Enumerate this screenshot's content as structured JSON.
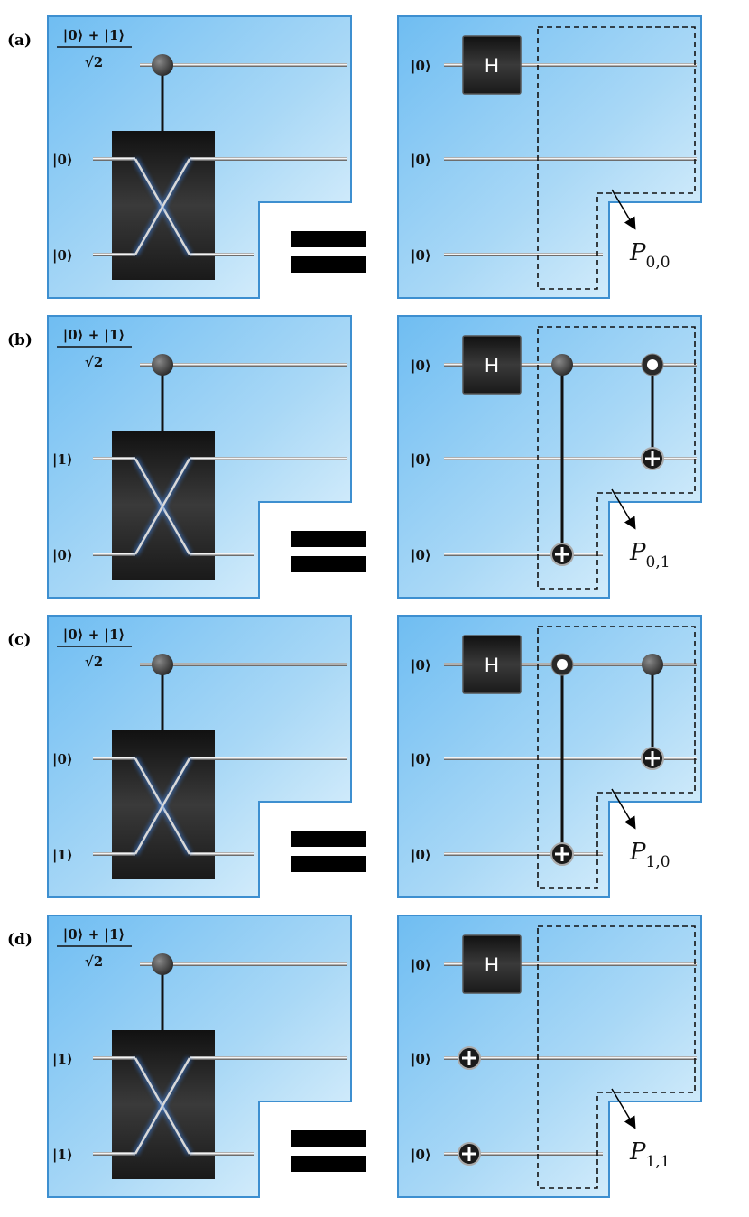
{
  "panels": [
    {
      "label": "(a)",
      "input_state": {
        "numerator": "|0⟩ + |1⟩",
        "denominator": "√2"
      },
      "lhs_kets": [
        "|0⟩",
        "|0⟩"
      ],
      "rhs_kets": [
        "|0⟩",
        "|0⟩",
        "|0⟩"
      ],
      "gate": "H",
      "projector": {
        "symbol": "P",
        "subscript": "0,0"
      },
      "cnots": [],
      "x_gates": []
    },
    {
      "label": "(b)",
      "input_state": {
        "numerator": "|0⟩ + |1⟩",
        "denominator": "√2"
      },
      "lhs_kets": [
        "|1⟩",
        "|0⟩"
      ],
      "rhs_kets": [
        "|0⟩",
        "|0⟩",
        "|0⟩"
      ],
      "gate": "H",
      "projector": {
        "symbol": "P",
        "subscript": "0,1"
      },
      "cnots": [
        {
          "control": "filled",
          "target_wire": 3
        },
        {
          "control": "open",
          "target_wire": 2
        }
      ],
      "x_gates": []
    },
    {
      "label": "(c)",
      "input_state": {
        "numerator": "|0⟩ + |1⟩",
        "denominator": "√2"
      },
      "lhs_kets": [
        "|0⟩",
        "|1⟩"
      ],
      "rhs_kets": [
        "|0⟩",
        "|0⟩",
        "|0⟩"
      ],
      "gate": "H",
      "projector": {
        "symbol": "P",
        "subscript": "1,0"
      },
      "cnots": [
        {
          "control": "open",
          "target_wire": 3
        },
        {
          "control": "filled",
          "target_wire": 2
        }
      ],
      "x_gates": []
    },
    {
      "label": "(d)",
      "input_state": {
        "numerator": "|0⟩ + |1⟩",
        "denominator": "√2"
      },
      "lhs_kets": [
        "|1⟩",
        "|1⟩"
      ],
      "rhs_kets": [
        "|0⟩",
        "|0⟩",
        "|0⟩"
      ],
      "gate": "H",
      "projector": {
        "symbol": "P",
        "subscript": "1,1"
      },
      "cnots": [],
      "x_gates": [
        2,
        3
      ]
    }
  ],
  "colors": {
    "panel_light": "#ddf0fb",
    "panel_dark": "#5fb3ee",
    "panel_border": "#3d8fd0",
    "swap_box": "#222222",
    "gate_box": "#1e1e1e",
    "wire_glow": "#3a7fe0",
    "equals": "#000000"
  }
}
